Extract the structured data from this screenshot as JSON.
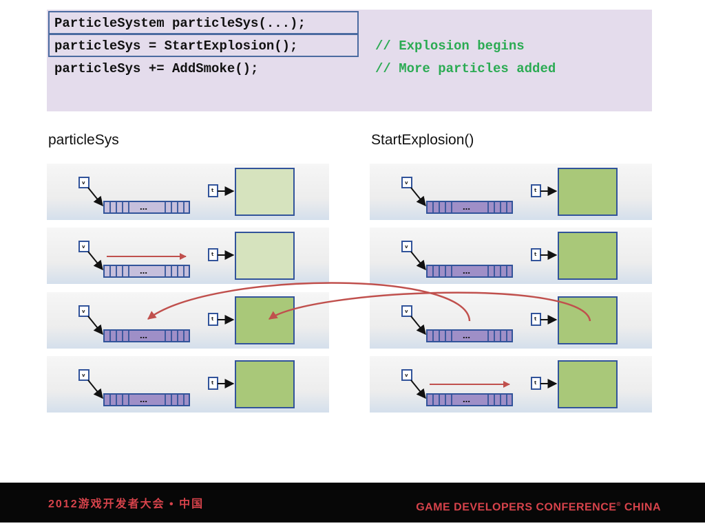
{
  "code": {
    "lines": [
      {
        "code": "ParticleSystem particleSys(...);",
        "comment": ""
      },
      {
        "code": "particleSys = StartExplosion();",
        "comment": "// Explosion begins"
      },
      {
        "code": "particleSys += AddSmoke();",
        "comment": "// More particles added"
      }
    ]
  },
  "columns": {
    "left_label": "particleSys",
    "right_label": "StartExplosion()"
  },
  "diagram": {
    "vector_ptr_label": "v",
    "texture_ptr_label": "t",
    "ellipsis": "…",
    "colors": {
      "vector_cell": "#9f8fc7",
      "vector_cell_empty": "#c6bfdc",
      "texture_full": "#a9c879",
      "texture_empty": "#d6e3be",
      "outline": "#31539a",
      "move_arrow": "#c0504d"
    }
  },
  "footer": {
    "left_text": "2012游戏开发者大会 • 中国",
    "right_text": "GAME DEVELOPERS CONFERENCE",
    "right_suffix": "CHINA",
    "registered_mark": "®"
  }
}
